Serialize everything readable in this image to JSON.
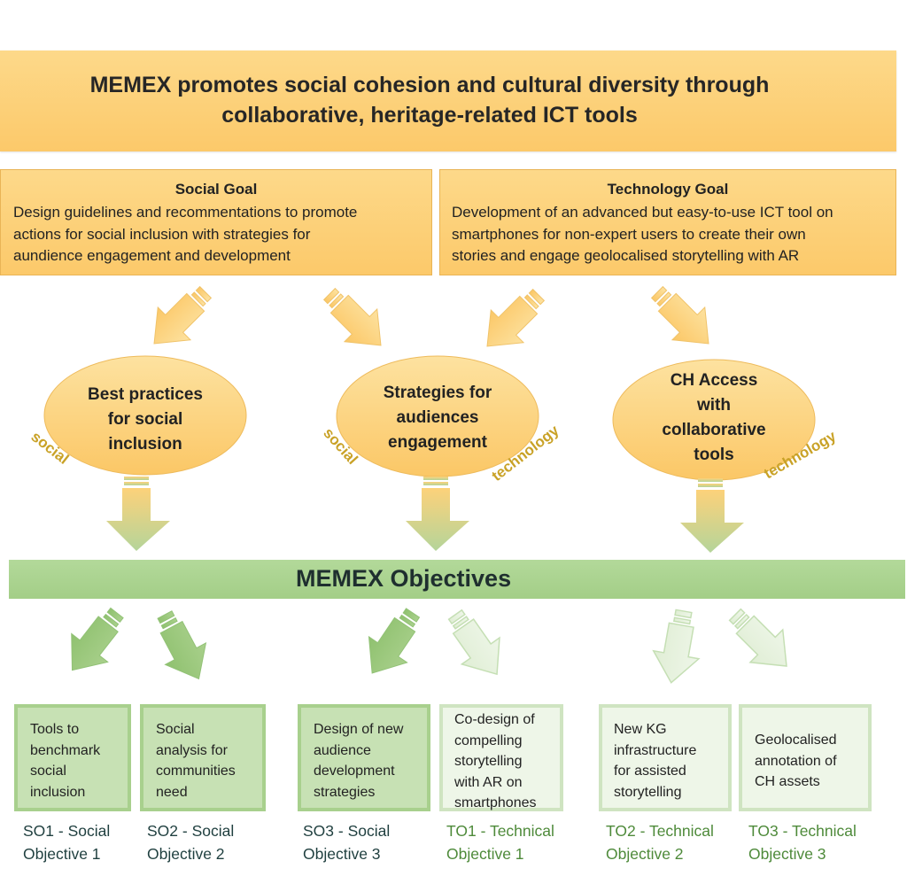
{
  "banner": {
    "line1": "MEMEX promotes social cohesion and cultural diversity through",
    "line2": "collaborative, heritage-related ICT tools"
  },
  "goals": {
    "social": {
      "title": "Social Goal",
      "lines": [
        "Design guidelines and recommentations to promote",
        "actions for social inclusion with strategies for",
        "aundience engagement and development"
      ]
    },
    "technology": {
      "title": "Technology Goal",
      "lines": [
        "Development of an advanced but easy-to-use ICT tool on",
        "smartphones for non-expert users to create their own",
        "stories and engage geolocalised storytelling with AR"
      ]
    }
  },
  "ellipses": [
    {
      "lines": [
        "Best practices",
        "for social",
        "inclusion"
      ]
    },
    {
      "lines": [
        "Strategies for",
        "audiences",
        "engagement"
      ]
    },
    {
      "lines": [
        "CH Access",
        "with",
        "collaborative",
        "tools"
      ]
    }
  ],
  "tags": {
    "social": "social",
    "technology": "technology"
  },
  "objectives_title": "MEMEX Objectives",
  "objectives": [
    {
      "lines": [
        "Tools to",
        "benchmark",
        "social",
        "inclusion"
      ],
      "caption": [
        "SO1 - Social",
        "Objective 1"
      ]
    },
    {
      "lines": [
        "Social",
        "analysis for",
        "communities",
        "need"
      ],
      "caption": [
        "SO2 - Social",
        "Objective 2"
      ]
    },
    {
      "lines": [
        "Design of new",
        "audience",
        "development",
        "strategies"
      ],
      "caption": [
        "SO3 - Social",
        "Objective 3"
      ]
    },
    {
      "lines": [
        "Co-design of",
        "compelling",
        "storytelling",
        "with AR on",
        "smartphones"
      ],
      "caption": [
        "TO1 - Technical",
        "Objective 1"
      ]
    },
    {
      "lines": [
        "New KG",
        "infrastructure",
        "for assisted",
        "storytelling"
      ],
      "caption": [
        "TO2 - Technical",
        "Objective 2"
      ]
    },
    {
      "lines": [
        "Geolocalised",
        "annotation of",
        "CH assets"
      ],
      "caption": [
        "TO3 - Technical",
        "Objective 3"
      ]
    }
  ],
  "colors": {
    "orange": "#fcc96a",
    "orange_border": "#e9b456",
    "green_dark": "#a8d08d",
    "green_light": "#cfe4c1",
    "tag_gold": "#c9a227",
    "technical_caption": "#4e8a3a"
  }
}
